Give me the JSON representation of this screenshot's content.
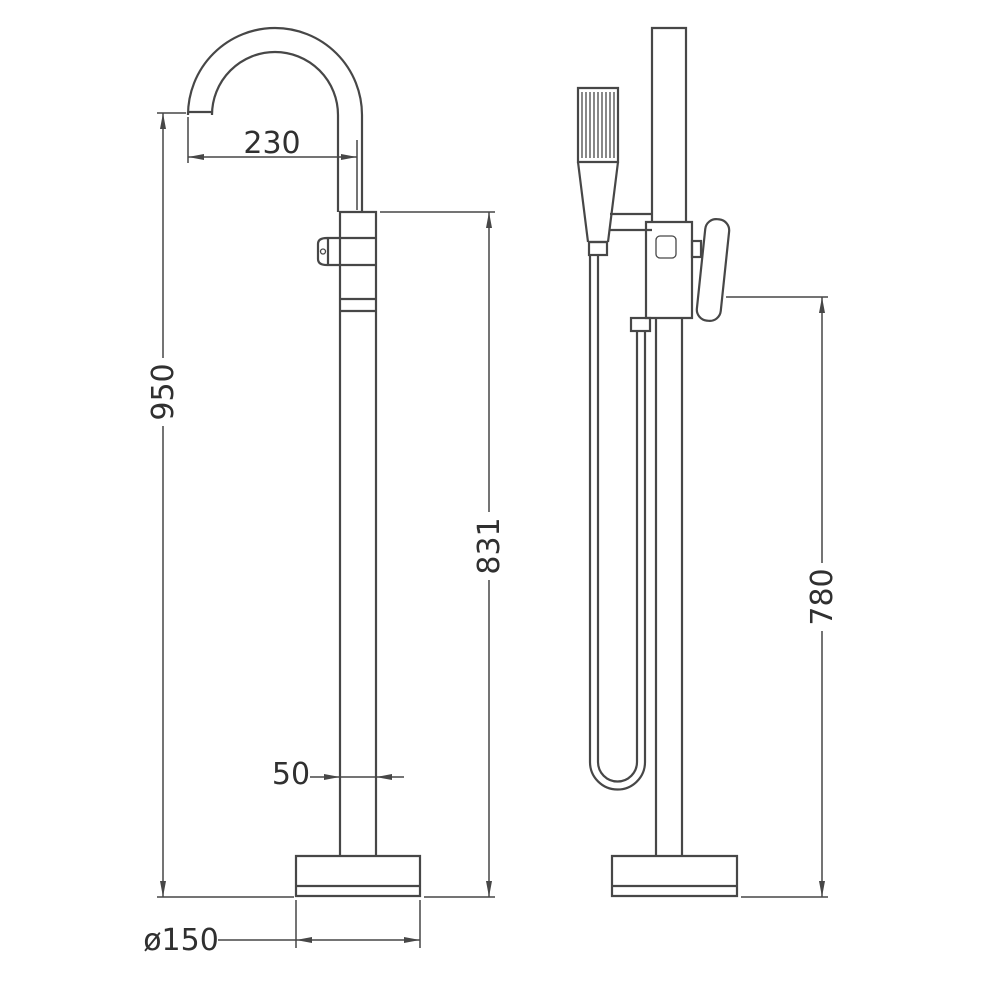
{
  "page": {
    "background_color": "#ffffff"
  },
  "drawing": {
    "type": "technical-dimension-drawing",
    "subject": "freestanding bathtub tap with gooseneck spout and hand shower, front and side elevations",
    "line_color": "#474747",
    "text_color": "#303030",
    "dimensions": {
      "spout_reach": "230",
      "overall_height": "950",
      "spout_column_height": "831",
      "column_width": "50",
      "base_diameter": "ø150",
      "side_height": "780"
    }
  }
}
